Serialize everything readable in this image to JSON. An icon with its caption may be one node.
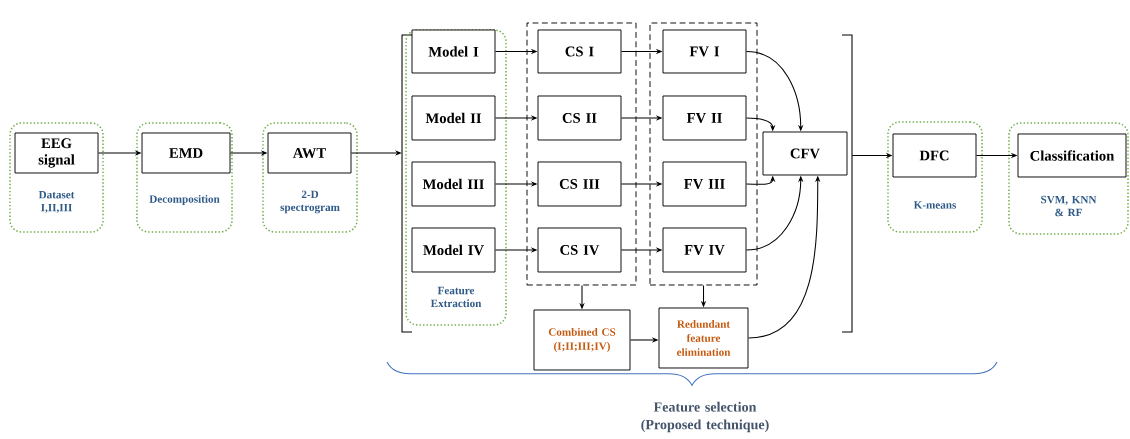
{
  "diagram": {
    "nodes": [
      {
        "text": [
          "Dataset I,II,III"
        ]
      },
      {
        "text": [
          "EEG signal"
        ],
        "in": 0
      },
      {
        "text": [
          "Decomposition"
        ]
      },
      {
        "text": [
          "EMD"
        ],
        "in": 2
      },
      {
        "text": [
          "2-D spectrogram"
        ]
      },
      {
        "text": [
          "AWT"
        ],
        "in": 4
      },
      {
        "text": [],
        "shape": "bracket"
      },
      {
        "text": [
          "Feature Extraction"
        ],
        "in": 6
      },
      {
        "text": [
          "Model I"
        ],
        "in": 7
      },
      {
        "text": [
          "Model II"
        ],
        "in": 7
      },
      {
        "text": [
          "Model III"
        ],
        "in": 7
      },
      {
        "text": [
          "Model IV"
        ],
        "in": 7
      },
      {
        "text": [],
        "shape": "box",
        "in": 6
      },
      {
        "text": [
          "CS I"
        ],
        "in": 12
      },
      {
        "text": [
          "CS II"
        ],
        "in": 12
      },
      {
        "text": [
          "CS III"
        ],
        "in": 12
      },
      {
        "text": [
          "CS IV"
        ],
        "in": 12
      },
      {
        "text": [],
        "shape": "box",
        "in": 6
      },
      {
        "text": [
          "FV I"
        ],
        "in": 17
      },
      {
        "text": [
          "FV II"
        ],
        "in": 17
      },
      {
        "text": [
          "FV III"
        ],
        "in": 17
      },
      {
        "text": [
          "FV IV"
        ],
        "in": 17
      },
      {
        "text": [
          "CFV"
        ],
        "in": 6
      },
      {
        "text": [
          "Combined CS (I;II;III;IV)"
        ]
      },
      {
        "text": [
          "Redundant feature elimination"
        ]
      },
      {
        "text": [
          "K-means"
        ]
      },
      {
        "text": [
          "DFC"
        ],
        "in": 25
      },
      {
        "text": [
          "SVM, KNN & RF"
        ]
      },
      {
        "text": [
          "Classification"
        ],
        "in": 27
      }
    ],
    "edges": [
      {
        "from": 1,
        "to": 3,
        "arrow": "to"
      },
      {
        "from": 3,
        "to": 5,
        "arrow": "to"
      },
      {
        "from": 5,
        "to": 6,
        "arrow": "to"
      },
      {
        "from": 8,
        "to": 13,
        "arrow": "to"
      },
      {
        "from": 9,
        "to": 14,
        "arrow": "to"
      },
      {
        "from": 10,
        "to": 15,
        "arrow": "to"
      },
      {
        "from": 11,
        "to": 16,
        "arrow": "to"
      },
      {
        "from": 13,
        "to": 18,
        "arrow": "to"
      },
      {
        "from": 14,
        "to": 19,
        "arrow": "to"
      },
      {
        "from": 15,
        "to": 20,
        "arrow": "to"
      },
      {
        "from": 16,
        "to": 21,
        "arrow": "to"
      },
      {
        "from": 18,
        "to": 22,
        "arrow": "to"
      },
      {
        "from": 19,
        "to": 22,
        "arrow": "to"
      },
      {
        "from": 20,
        "to": 22,
        "arrow": "to"
      },
      {
        "from": 21,
        "to": 22,
        "arrow": "to"
      },
      {
        "from": 12,
        "to": 23,
        "arrow": "to"
      },
      {
        "from": 17,
        "to": 24,
        "arrow": "to"
      },
      {
        "from": 23,
        "to": 24,
        "arrow": "to"
      },
      {
        "from": 24,
        "to": 22,
        "arrow": "to"
      },
      {
        "from": 6,
        "to": 26,
        "arrow": "to"
      },
      {
        "from": 26,
        "to": 28,
        "arrow": "to"
      }
    ],
    "labels": [
      "Feature selection (Proposed technique)"
    ]
  }
}
